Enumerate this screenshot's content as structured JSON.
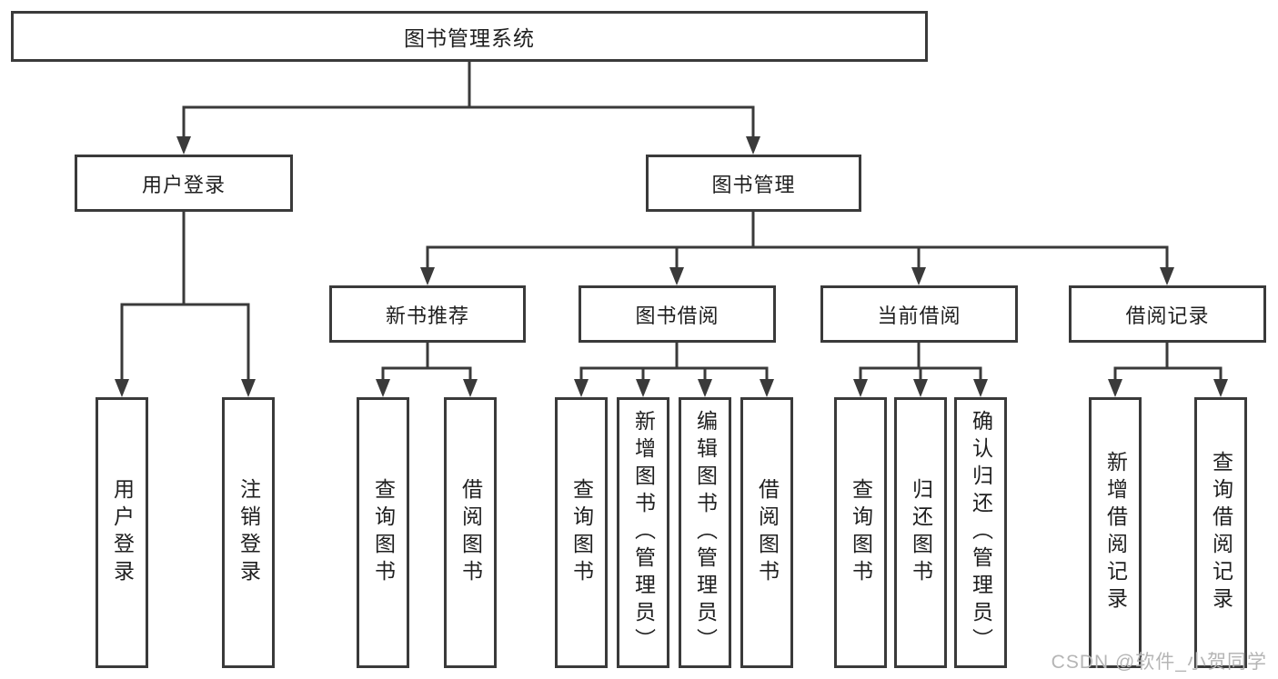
{
  "diagram": {
    "title_node": {
      "label": "图书管理系统"
    },
    "level2": [
      {
        "label": "用户登录"
      },
      {
        "label": "图书管理"
      }
    ],
    "level3": [
      {
        "label": "新书推荐"
      },
      {
        "label": "图书借阅"
      },
      {
        "label": "当前借阅"
      },
      {
        "label": "借阅记录"
      }
    ],
    "leaves": {
      "user_login": [
        "用户登录",
        "注销登录"
      ],
      "new_book": [
        "查询图书",
        "借阅图书"
      ],
      "book_borrow": [
        "查询图书",
        "新增图书（管理员）",
        "编辑图书（管理员）",
        "借阅图书"
      ],
      "current_borrow": [
        "查询图书",
        "归还图书",
        "确认归还（管理员）"
      ],
      "borrow_record": [
        "新增借阅记录",
        "查询借阅记录"
      ]
    }
  },
  "watermark": "CSDN @软件_小贺同学",
  "colors": {
    "line": "#3a3a3a",
    "text": "#1f1f1f",
    "watermark_gray": "#b5b5b5",
    "background": "#ffffff"
  }
}
